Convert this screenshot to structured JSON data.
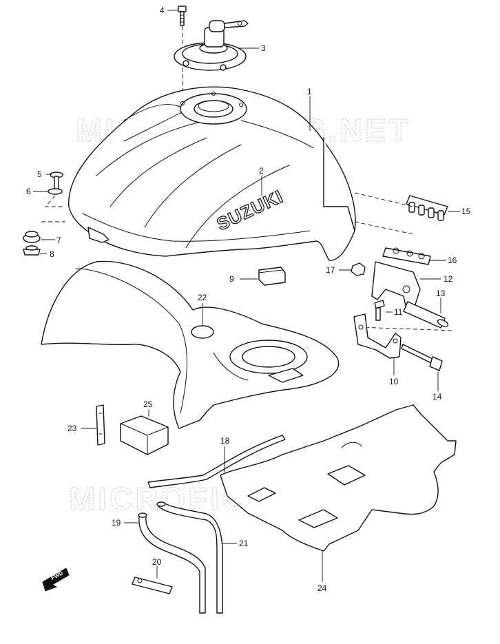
{
  "diagram": {
    "watermark": "MICROFICHES.NET",
    "brand_logo_text": "SUZUKI",
    "direction_marker": "FWD",
    "callouts": [
      {
        "id": "c1",
        "label": "1"
      },
      {
        "id": "c2",
        "label": "2"
      },
      {
        "id": "c3",
        "label": "3"
      },
      {
        "id": "c4",
        "label": "4"
      },
      {
        "id": "c5",
        "label": "5"
      },
      {
        "id": "c6",
        "label": "6"
      },
      {
        "id": "c7",
        "label": "7"
      },
      {
        "id": "c8",
        "label": "8"
      },
      {
        "id": "c9",
        "label": "9"
      },
      {
        "id": "c10",
        "label": "10"
      },
      {
        "id": "c11",
        "label": "11"
      },
      {
        "id": "c12",
        "label": "12"
      },
      {
        "id": "c13",
        "label": "13"
      },
      {
        "id": "c14",
        "label": "14"
      },
      {
        "id": "c15",
        "label": "15"
      },
      {
        "id": "c16",
        "label": "16"
      },
      {
        "id": "c17",
        "label": "17"
      },
      {
        "id": "c18",
        "label": "18"
      },
      {
        "id": "c19",
        "label": "19"
      },
      {
        "id": "c20",
        "label": "20"
      },
      {
        "id": "c21",
        "label": "21"
      },
      {
        "id": "c22",
        "label": "22"
      },
      {
        "id": "c23",
        "label": "23"
      },
      {
        "id": "c24",
        "label": "24"
      },
      {
        "id": "c25",
        "label": "25"
      }
    ]
  }
}
